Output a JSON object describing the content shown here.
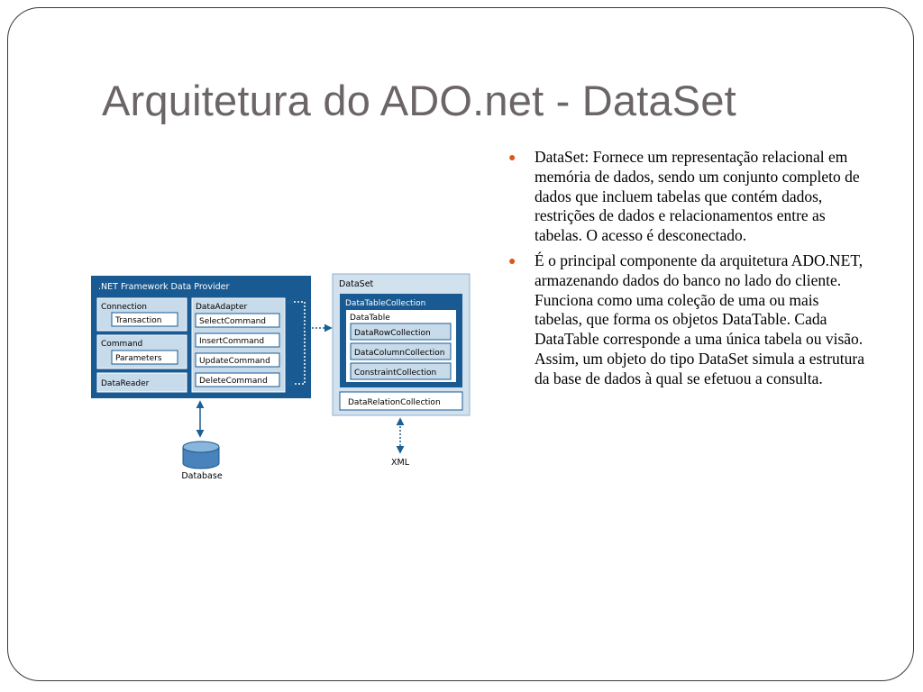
{
  "slide": {
    "title": "Arquitetura do ADO.net - DataSet"
  },
  "diagram": {
    "provider": {
      "title": ".NET Framework Data Provider",
      "connection": {
        "label": "Connection",
        "child": "Transaction"
      },
      "command": {
        "label": "Command",
        "child": "Parameters"
      },
      "datareader": "DataReader",
      "dataadapter": {
        "label": "DataAdapter",
        "commands": [
          "SelectCommand",
          "InsertCommand",
          "UpdateCommand",
          "DeleteCommand"
        ]
      }
    },
    "dataset": {
      "title": "DataSet",
      "tablecollection": "DataTableCollection",
      "datatable": "DataTable",
      "table_items": [
        "DataRowCollection",
        "DataColumnCollection",
        "ConstraintCollection"
      ],
      "relationcollection": "DataRelationCollection"
    },
    "database_label": "Database",
    "xml_label": "XML",
    "colors": {
      "dark_blue": "#1a5a92",
      "light_panel": "#d2e1ee",
      "light_blue": "#c8dbeb",
      "arrow": "#1b5f94",
      "db_top": "#8ab6db",
      "db_body": "#4a82bb"
    }
  },
  "bullets": [
    "DataSet: Fornece um representação relacional em memória de dados, sendo um conjunto completo de dados que incluem tabelas que contém dados, restrições de dados e relacionamentos entre as tabelas. O acesso é desconectado.",
    "É o principal componente da arquitetura ADO.NET, armazenando dados do banco no lado do cliente. Funciona como uma coleção de uma ou mais tabelas, que forma os objetos DataTable. Cada DataTable corresponde a uma única tabela ou visão. Assim, um objeto do tipo DataSet simula a estrutura da base de dados à qual se efetuou a consulta."
  ],
  "bullet_icon": "bullet-dot-icon"
}
